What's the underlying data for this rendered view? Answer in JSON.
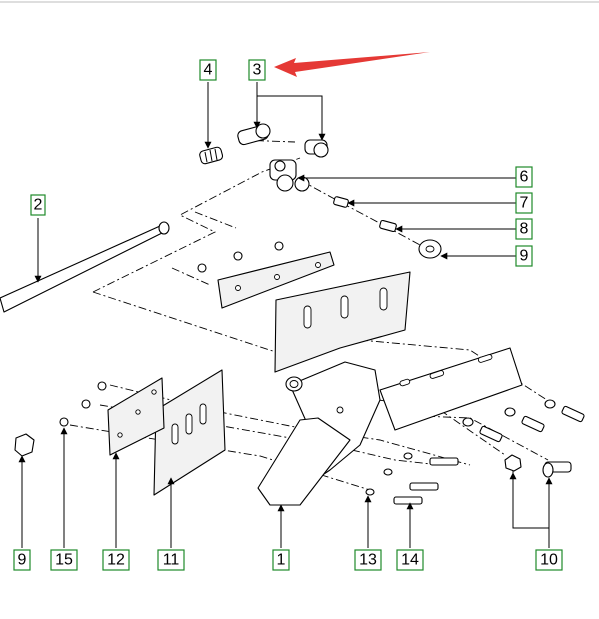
{
  "callouts": {
    "c1": "1",
    "c2": "2",
    "c3": "3",
    "c4": "4",
    "c6": "6",
    "c7": "7",
    "c8": "8",
    "c9a": "9",
    "c9b": "9",
    "c10": "10",
    "c11": "11",
    "c12": "12",
    "c13": "13",
    "c14": "14",
    "c15": "15"
  },
  "colors": {
    "callout_border": "#1f8a2a",
    "arrow": "#e53935",
    "line": "#000000"
  }
}
